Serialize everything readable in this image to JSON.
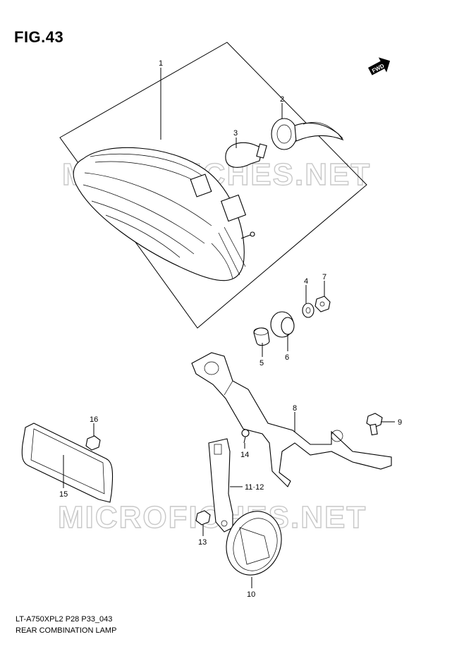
{
  "figure": {
    "title": "FIG.43",
    "code": "LT-A750XPL2 P28 P33_043",
    "name": "REAR COMBINATION LAMP",
    "fwd_label": "FWD"
  },
  "watermark": "MICROFICHES.NET",
  "callouts": {
    "c1": "1",
    "c2": "2",
    "c3": "3",
    "c4": "4",
    "c5": "5",
    "c6": "6",
    "c7": "7",
    "c8": "8",
    "c9": "9",
    "c10": "10",
    "c1112": "11·12",
    "c13": "13",
    "c14": "14",
    "c15": "15",
    "c16": "16"
  }
}
